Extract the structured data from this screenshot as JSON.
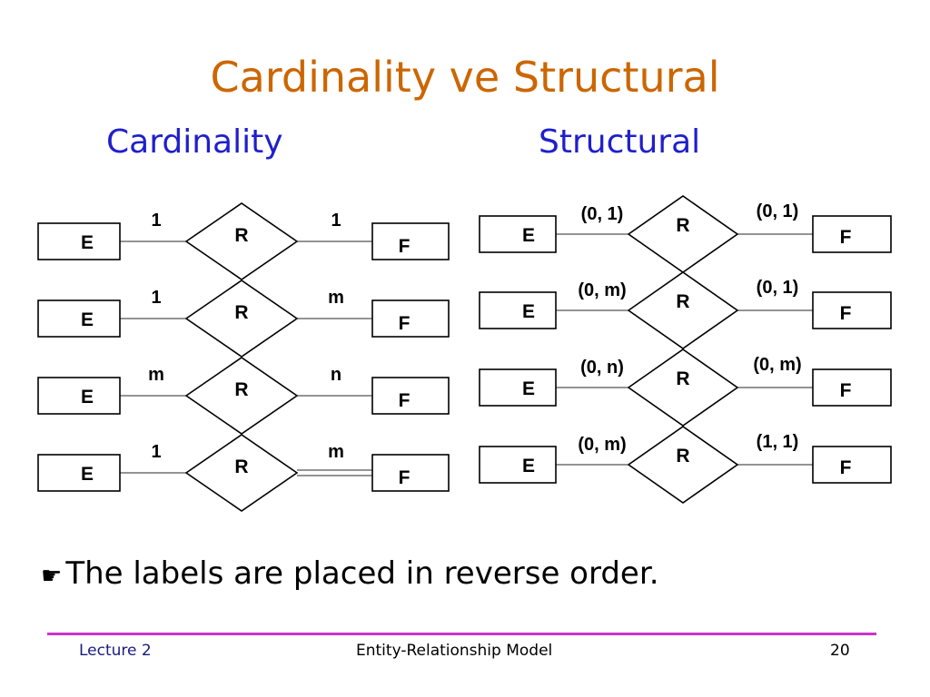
{
  "slide": {
    "title": "Cardinality ve Structural",
    "subtitle_left": "Cardinality",
    "subtitle_right": "Structural",
    "note_icon": "pointing-hand-icon",
    "note": "The labels are placed in reverse order.",
    "colors": {
      "title": "#cc6600",
      "subtitle": "#1f1fcc",
      "rule": "#cc33cc"
    }
  },
  "diagram": {
    "cardinality_rows": [
      {
        "entity_left": "E",
        "relationship": "R",
        "entity_right": "F",
        "label_left": "1",
        "label_right": "1",
        "double_right": false
      },
      {
        "entity_left": "E",
        "relationship": "R",
        "entity_right": "F",
        "label_left": "1",
        "label_right": "m",
        "double_right": false
      },
      {
        "entity_left": "E",
        "relationship": "R",
        "entity_right": "F",
        "label_left": "m",
        "label_right": "n",
        "double_right": false
      },
      {
        "entity_left": "E",
        "relationship": "R",
        "entity_right": "F",
        "label_left": "1",
        "label_right": "m",
        "double_right": true
      }
    ],
    "structural_rows": [
      {
        "entity_left": "E",
        "relationship": "R",
        "entity_right": "F",
        "label_left": "(0, 1)",
        "label_right": "(0, 1)"
      },
      {
        "entity_left": "E",
        "relationship": "R",
        "entity_right": "F",
        "label_left": "(0, m)",
        "label_right": "(0, 1)"
      },
      {
        "entity_left": "E",
        "relationship": "R",
        "entity_right": "F",
        "label_left": "(0, n)",
        "label_right": "(0, m)"
      },
      {
        "entity_left": "E",
        "relationship": "R",
        "entity_right": "F",
        "label_left": "(0, m)",
        "label_right": "(1, 1)"
      }
    ]
  },
  "footer": {
    "left": "Lecture 2",
    "center": "Entity-Relationship Model",
    "page": "20"
  }
}
